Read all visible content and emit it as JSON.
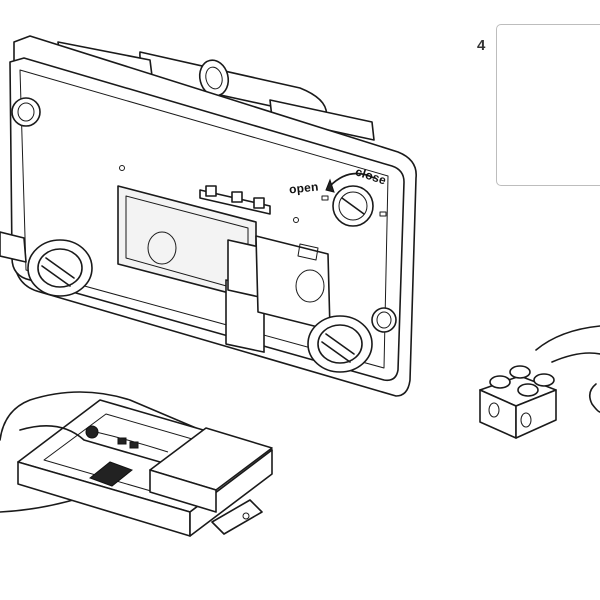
{
  "step": {
    "number": "4"
  },
  "plate": {
    "open_label": "open",
    "close_label": "close"
  },
  "colors": {
    "line": "#1a1a1a",
    "inset_border": "#bdbdbd",
    "background": "#ffffff"
  }
}
